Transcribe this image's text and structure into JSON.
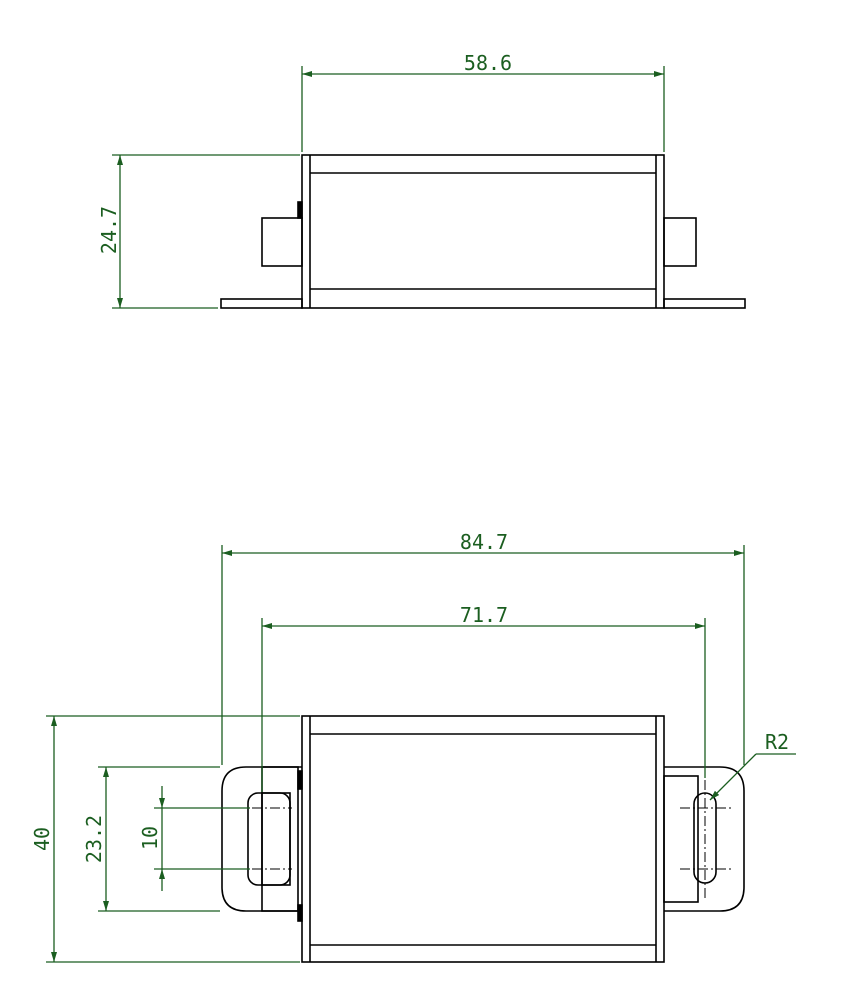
{
  "colors": {
    "outline": "#000000",
    "dimension": "#1b5e20",
    "background": "#ffffff"
  },
  "top_view": {
    "width_label": "58.6",
    "height_label": "24.7"
  },
  "bottom_view": {
    "overall_width_label": "84.7",
    "hole_spacing_label": "71.7",
    "overall_height_label": "40",
    "flange_height_label": "23.2",
    "slot_length_label": "10",
    "radius_label": "R2"
  }
}
